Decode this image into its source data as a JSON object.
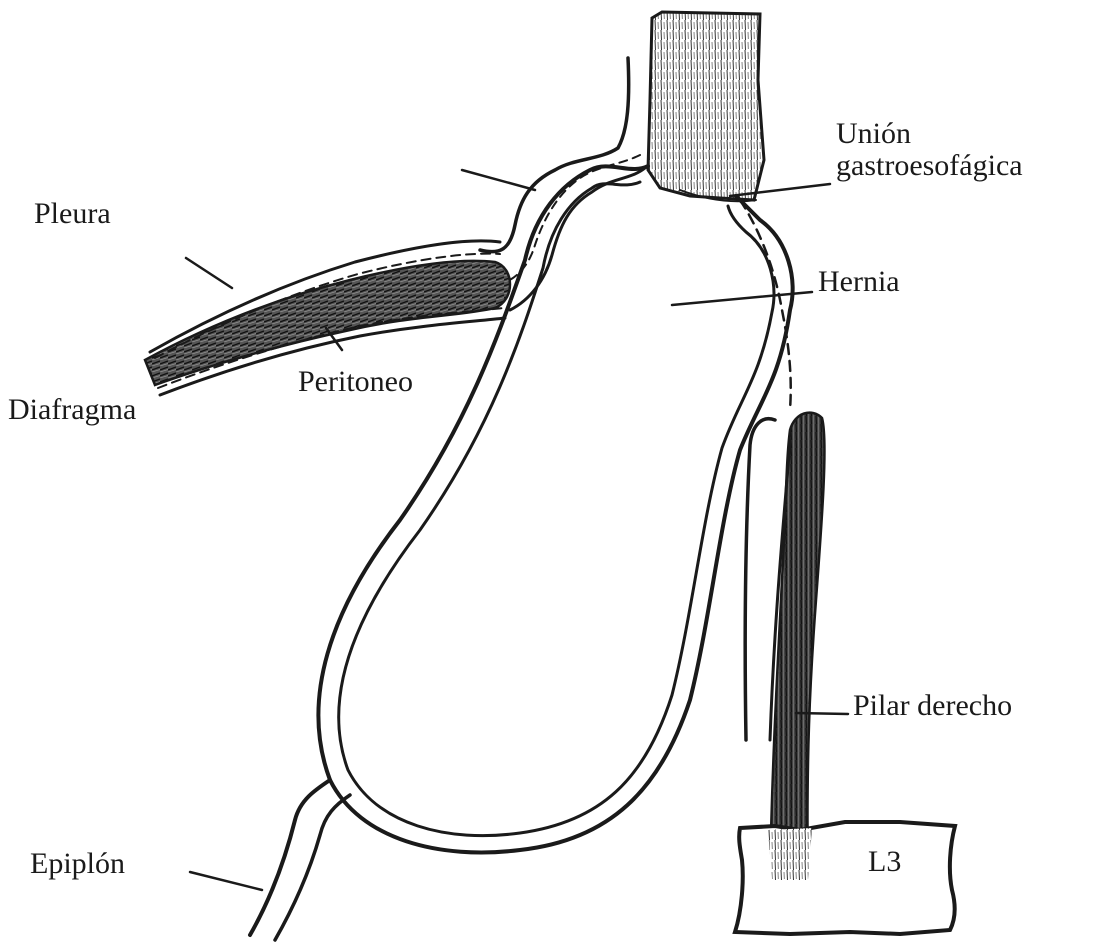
{
  "labels": {
    "union_line1": "Unión",
    "union_line2": "gastroesofágica",
    "pleura": "Pleura",
    "hernia": "Hernia",
    "peritoneo": "Peritoneo",
    "diafragma": "Diafragma",
    "pilar_derecho": "Pilar derecho",
    "l3": "L3",
    "epiplon": "Epiplón"
  }
}
